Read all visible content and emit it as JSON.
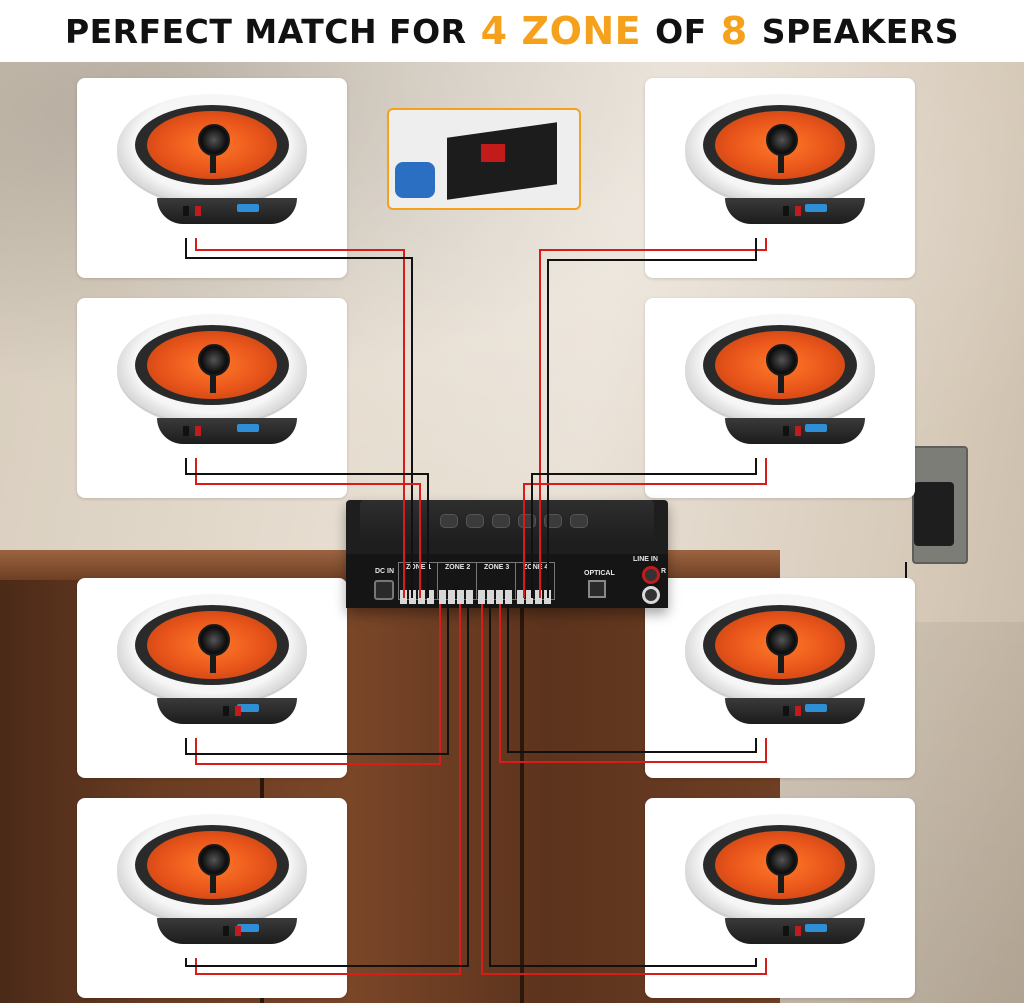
{
  "headline": {
    "part1": "PERFECT MATCH FOR",
    "zones_count": "4",
    "zones_word": "ZONE",
    "part2": "OF",
    "speakers_count": "8",
    "part3": "SPEAKERS"
  },
  "amplifier": {
    "dc_in": "DC IN",
    "zone_labels": [
      "ZONE 1",
      "ZONE 2",
      "ZONE 3",
      "ZONE 4"
    ],
    "optical": "OPTICAL",
    "line_in": "LINE IN",
    "line_in_right": "R"
  },
  "colors": {
    "accent_orange": "#f5a11c",
    "wire_red": "#d81b1b",
    "wire_black": "#111111",
    "speaker_cone": "#e8541a"
  },
  "icons": {
    "speaker": "ceiling-speaker-icon",
    "amplifier": "amplifier-icon",
    "power": "power-adapter-icon"
  }
}
